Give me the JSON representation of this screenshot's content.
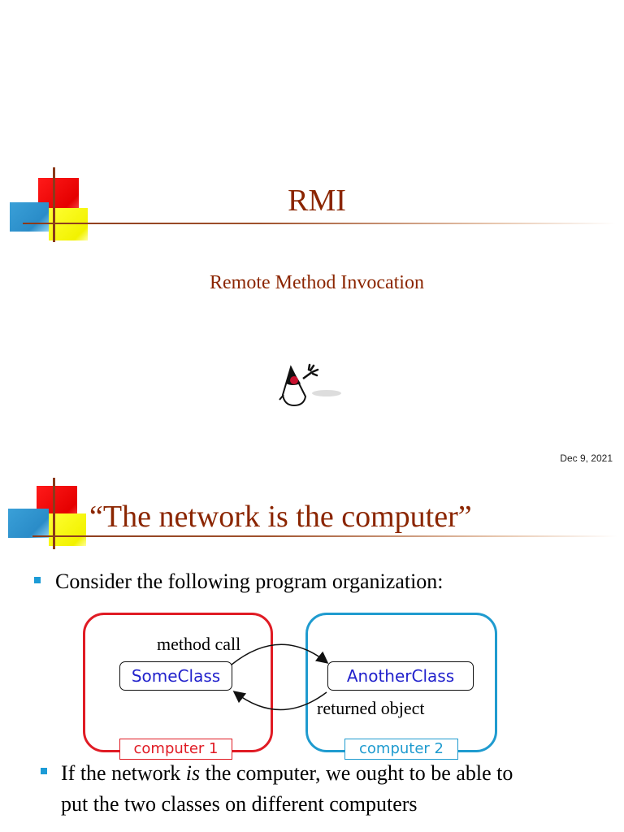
{
  "slide1": {
    "title": "RMI",
    "subtitle": "Remote Method Invocation",
    "date": "Dec 9, 2021"
  },
  "slide2": {
    "title": "“The network is the computer”",
    "bullets": [
      "Consider the following program organization:",
      "If the network is the computer, we ought to be able to put the two classes on different computers"
    ],
    "bullet2_parts": {
      "pre": "If the network ",
      "em": "is",
      "post1": " the computer, we ought to be able to",
      "post2": "put the two classes on different computers"
    },
    "diagram": {
      "class_a": "SomeClass",
      "class_b": "AnotherClass",
      "arrow_top": "method call",
      "arrow_bottom": "returned object",
      "computer1": "computer 1",
      "computer2": "computer 2"
    }
  },
  "colors": {
    "title": "#8b2500",
    "red": "#e01b24",
    "blue": "#1f9bcf",
    "class_text": "#2222cc",
    "bullet": "#1c9bd6"
  },
  "icons": [
    "duke-mascot-icon",
    "square-bullet-icon"
  ]
}
